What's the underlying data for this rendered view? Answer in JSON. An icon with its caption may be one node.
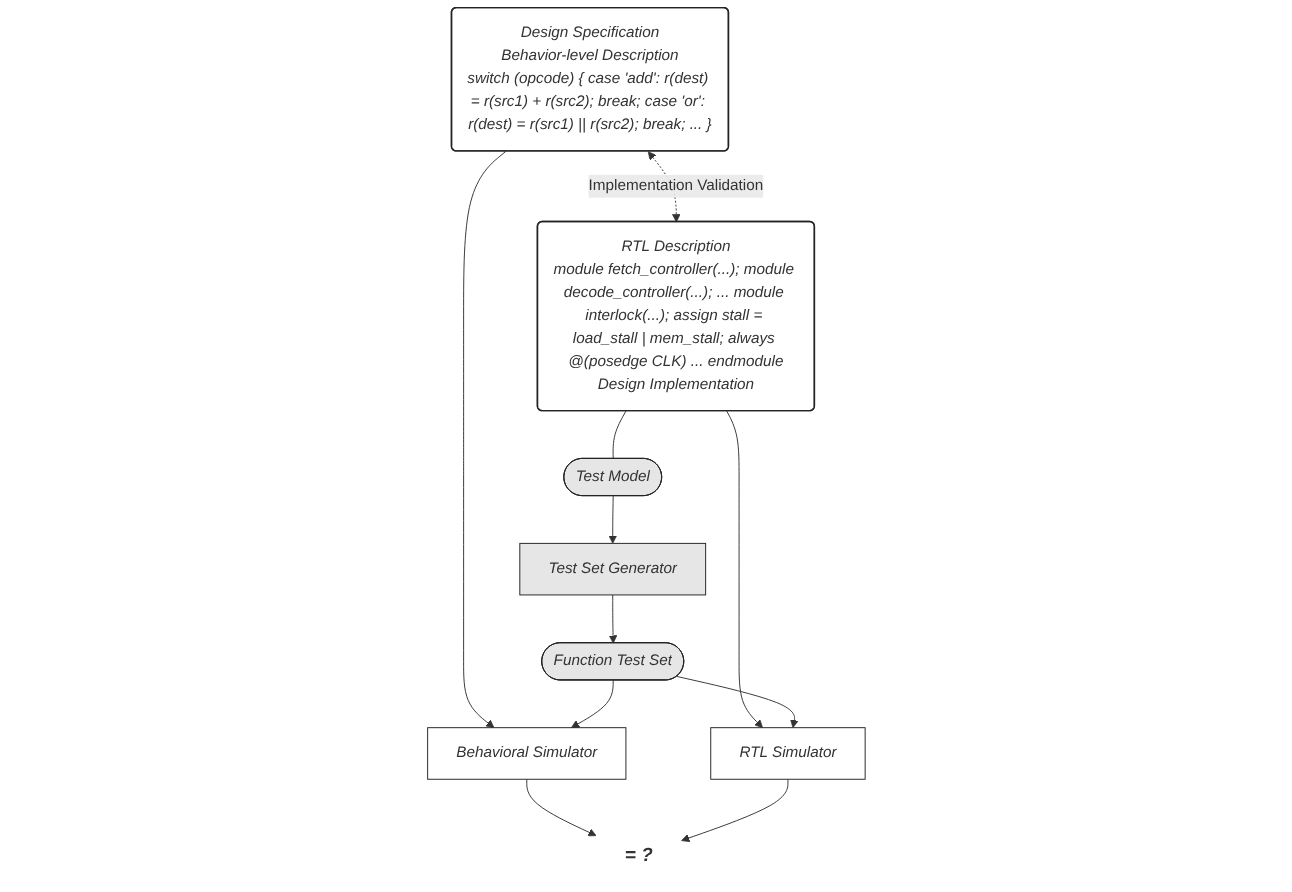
{
  "diagram": {
    "nodes": [
      {
        "text": [
          "Design Specification",
          "Behavior-level Description",
          "switch (opcode) { case 'add': r(dest) = r(src1) + r(src2); break; case 'or': r(dest) = r(src1) || r(src2); break; ... }"
        ]
      },
      {
        "text": [
          "RTL Description",
          "module fetch_controller(...); module decode_controller(...); ... module interlock(...); assign stall = load_stall | mem_stall; always @(posedge CLK) ... endmodule",
          "Design Implementation"
        ]
      },
      {
        "text": [
          "Behavioral Simulator"
        ]
      },
      {
        "text": [
          "RTL Simulator"
        ]
      },
      {
        "text": [
          "= ?"
        ]
      },
      {
        "text": [
          "Function Test Set"
        ]
      },
      {
        "text": [
          "Test Set Generator"
        ]
      },
      {
        "text": [
          "Test Model"
        ]
      }
    ],
    "edges": [
      {
        "from": 0,
        "to": 2,
        "arrow": "to"
      },
      {
        "from": 1,
        "to": 3,
        "arrow": "to"
      },
      {
        "from": 0,
        "to": 1,
        "arrow": "both",
        "style": "dashed",
        "label": "Implementation Validation"
      },
      {
        "from": 2,
        "to": 4,
        "arrow": "to"
      },
      {
        "from": 3,
        "to": 4,
        "arrow": "to"
      },
      {
        "from": 5,
        "to": 2,
        "arrow": "to"
      },
      {
        "from": 5,
        "to": 3,
        "arrow": "to"
      },
      {
        "from": 6,
        "to": 5,
        "arrow": "to"
      },
      {
        "from": 7,
        "to": 6,
        "arrow": "to"
      },
      {
        "from": 1,
        "to": 7,
        "arrow": "none"
      }
    ]
  }
}
